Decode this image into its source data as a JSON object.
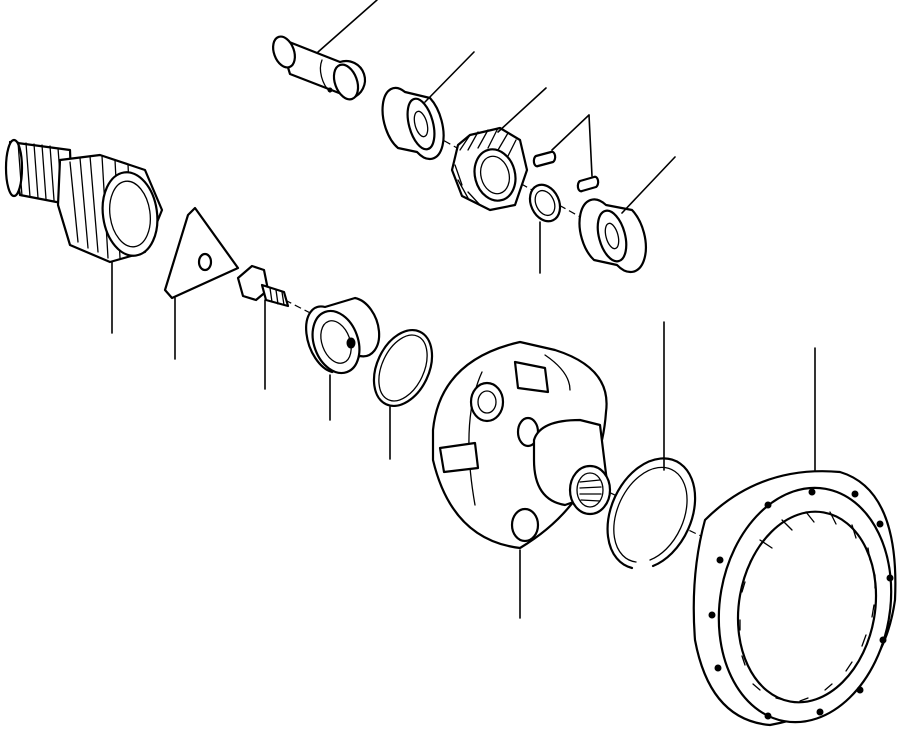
{
  "diagram": {
    "kind": "exploded parts view",
    "colors": {
      "line": "#000000",
      "background": "#ffffff"
    },
    "parts": [
      {
        "id": "pin",
        "icon": "pin-icon"
      },
      {
        "id": "thrust-washer-upper",
        "icon": "washer-icon"
      },
      {
        "id": "planet-gear",
        "icon": "gear-icon"
      },
      {
        "id": "dowel-pins",
        "icon": "pin-icon"
      },
      {
        "id": "thrust-washer-lower",
        "icon": "washer-icon"
      },
      {
        "id": "needle-bearing",
        "icon": "bearing-icon"
      },
      {
        "id": "sun-gear-shaft",
        "icon": "gear-icon"
      },
      {
        "id": "lock-plate",
        "icon": "plate-icon"
      },
      {
        "id": "bolt",
        "icon": "bolt-icon"
      },
      {
        "id": "thrust-plate",
        "icon": "plate-icon"
      },
      {
        "id": "o-ring",
        "icon": "ring-icon"
      },
      {
        "id": "planet-carrier",
        "icon": "carrier-icon"
      },
      {
        "id": "snap-ring",
        "icon": "snap-ring-icon"
      },
      {
        "id": "ring-gear",
        "icon": "ring-gear-icon"
      }
    ]
  }
}
